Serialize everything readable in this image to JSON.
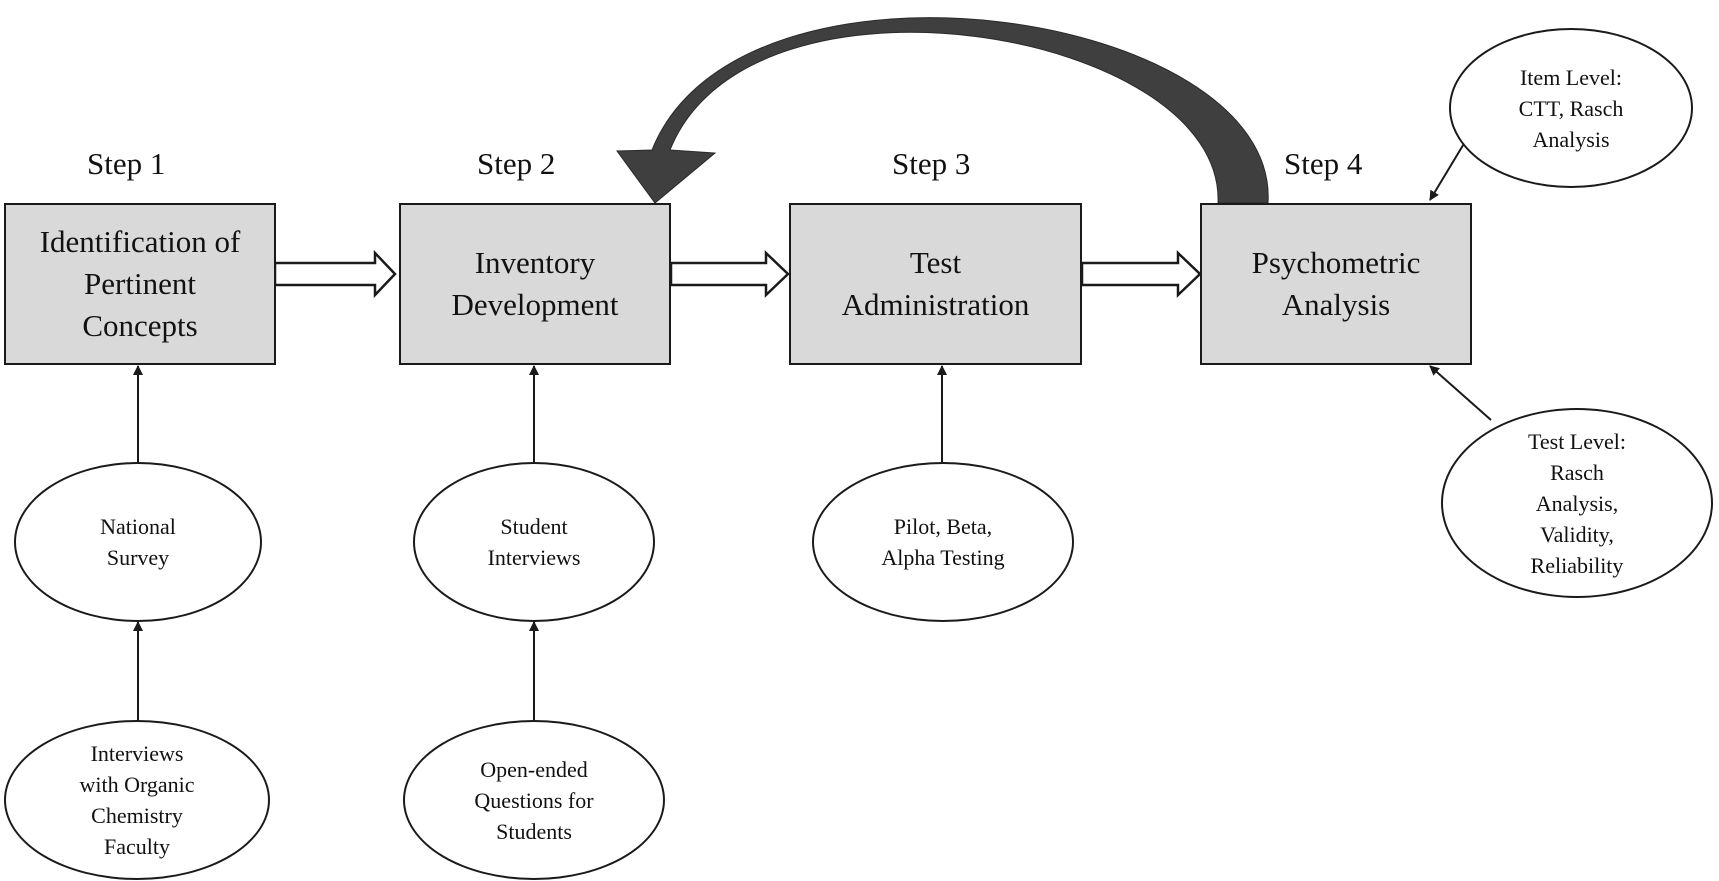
{
  "steps": [
    {
      "label": "Step 1",
      "box": "Identification of\nPertinent\nConcepts"
    },
    {
      "label": "Step 2",
      "box": "Inventory\nDevelopment"
    },
    {
      "label": "Step 3",
      "box": "Test\nAdministration"
    },
    {
      "label": "Step 4",
      "box": "Psychometric\nAnalysis"
    }
  ],
  "inputs": {
    "national_survey": "National\nSurvey",
    "faculty_interviews": "Interviews\nwith Organic\nChemistry\nFaculty",
    "student_interviews": "Student\nInterviews",
    "open_ended": "Open-ended\nQuestions for\nStudents",
    "pilot_testing": "Pilot, Beta,\nAlpha Testing",
    "item_level": "Item Level:\nCTT, Rasch\nAnalysis",
    "test_level": "Test Level:\nRasch\nAnalysis,\nValidity,\nReliability"
  },
  "colors": {
    "box_fill": "#d9d9d9",
    "feedback_arrow": "#3f3f3f",
    "stroke": "#1a1a1a"
  }
}
